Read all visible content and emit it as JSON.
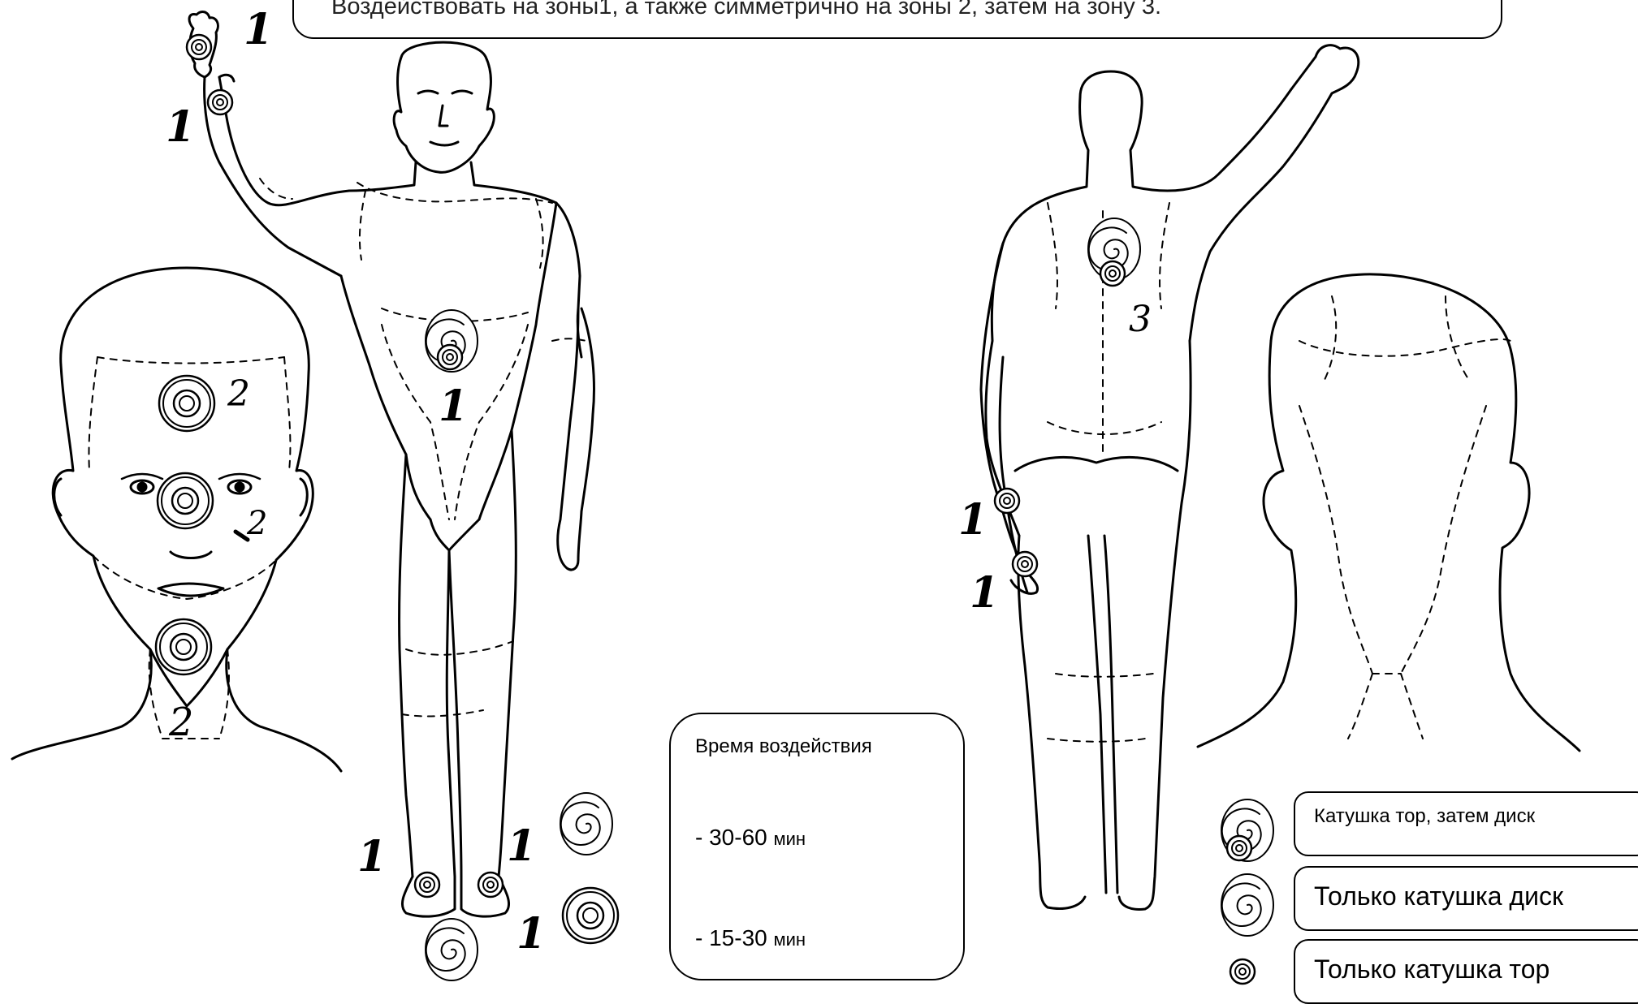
{
  "instruction": "Воздействовать на зоны1, а также симметрично на зоны 2, затем на зону 3.",
  "time_box": {
    "title": "Время воздействия",
    "row1_value": "- 30-60",
    "row1_unit": "мин",
    "row2_value": "- 15-30",
    "row2_unit": "мин"
  },
  "legend": [
    {
      "icon": "coil-torus-then-disk-icon",
      "label": "Катушка тор, затем диск"
    },
    {
      "icon": "disk-coil-icon",
      "label": "Только катушка диск"
    },
    {
      "icon": "torus-coil-icon",
      "label": "Только катушка тор"
    }
  ],
  "zones": {
    "one": "1",
    "two": "2",
    "three": "3"
  }
}
